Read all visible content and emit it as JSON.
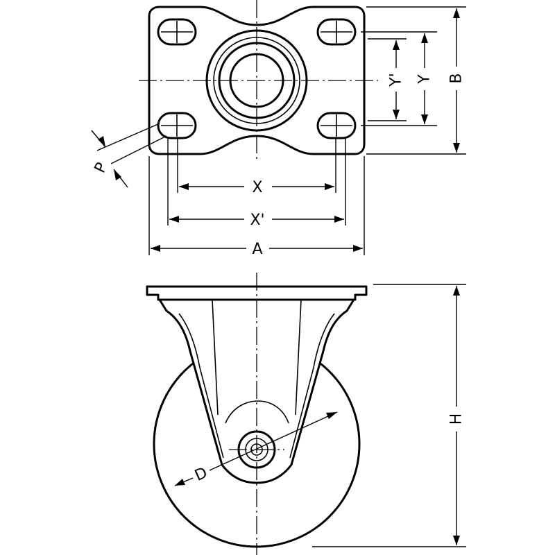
{
  "labels": {
    "x": "X",
    "x_prime": "X'",
    "a": "A",
    "b": "B",
    "y": "Y",
    "y_prime": "Y'",
    "p": "P",
    "h": "H",
    "d": "D"
  }
}
